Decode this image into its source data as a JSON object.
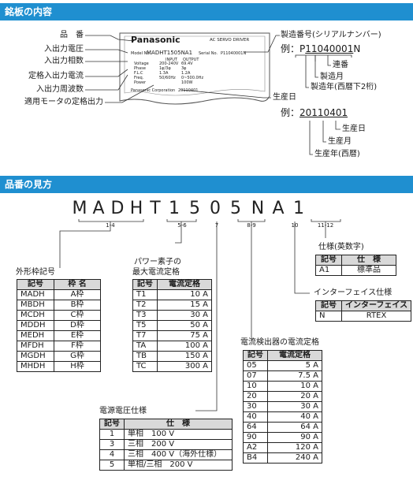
{
  "sections": {
    "nameplate_title": "銘板の内容",
    "partnumber_title": "品番の見方"
  },
  "plate": {
    "brand": "Panasonic",
    "product": "AC SERVO DRIVER",
    "model_label": "Model No.",
    "model_value": "MADHT1505NA1",
    "serial_label": "Serial No.",
    "serial_value": "P11040001N",
    "input_head": "INPUT",
    "output_head": "OUTPUT",
    "voltage_label": "Voltage",
    "voltage_in": "200-240V",
    "voltage_out": "69.4V",
    "phase_label": "Phase",
    "phase_in": "1φ/3φ",
    "phase_out": "3φ",
    "flc_label": "F.L.C",
    "flc_in": "1.3A",
    "flc_out": "1.2A",
    "freq_label": "Freq.",
    "freq_in": "50/60Hz",
    "freq_out": "0~500.0Hz",
    "power_label": "Power",
    "power_out": "100W",
    "corp": "Panasonic Corporation",
    "date_value": "20110401"
  },
  "left_labels": [
    "品　番",
    "入出力電圧",
    "入出力相数",
    "定格入出力電流",
    "入出力周波数",
    "適用モータの定格出力"
  ],
  "serial_info": {
    "title": "製造番号(シリアルナンバー)",
    "example_prefix": "例：P",
    "example_underlined": "11040001",
    "example_suffix": "N",
    "serial_no": "連番",
    "month": "製造月",
    "year": "製造年(西暦下2桁)"
  },
  "date_info": {
    "title": "生産日",
    "example_prefix": "例：",
    "example_value": "20110401",
    "day": "生産日",
    "month": "生産月",
    "year": "生産年(西暦)"
  },
  "model_code": {
    "letters": [
      "M",
      "A",
      "D",
      "H",
      "T",
      "1",
      "5",
      "0",
      "5",
      "N",
      "A",
      "1"
    ],
    "indices": [
      "1-4",
      "5-6",
      "7",
      "8-9",
      "10",
      "11-12"
    ]
  },
  "frame_table": {
    "caption": "外形枠記号",
    "head": [
      "記号",
      "枠 名"
    ],
    "rows": [
      [
        "MADH",
        "A枠"
      ],
      [
        "MBDH",
        "B枠"
      ],
      [
        "MCDH",
        "C枠"
      ],
      [
        "MDDH",
        "D枠"
      ],
      [
        "MEDH",
        "E枠"
      ],
      [
        "MFDH",
        "F枠"
      ],
      [
        "MGDH",
        "G枠"
      ],
      [
        "MHDH",
        "H枠"
      ]
    ]
  },
  "power_table": {
    "caption1": "パワー素子の",
    "caption2": "最大電流定格",
    "head": [
      "記号",
      "電流定格"
    ],
    "rows": [
      [
        "T1",
        "10 A"
      ],
      [
        "T2",
        "15 A"
      ],
      [
        "T3",
        "30 A"
      ],
      [
        "T5",
        "50 A"
      ],
      [
        "T7",
        "75 A"
      ],
      [
        "TA",
        "100 A"
      ],
      [
        "TB",
        "150 A"
      ],
      [
        "TC",
        "300 A"
      ]
    ]
  },
  "spec_table": {
    "caption": "仕様(英数字)",
    "head": [
      "記号",
      "仕　様"
    ],
    "rows": [
      [
        "A1",
        "標準品"
      ]
    ]
  },
  "if_table": {
    "caption": "インターフェイス仕様",
    "head": [
      "記号",
      "インターフェイス"
    ],
    "rows": [
      [
        "N",
        "RTEX"
      ]
    ]
  },
  "current_table": {
    "caption": "電流検出器の電流定格",
    "head": [
      "記号",
      "電流定格"
    ],
    "rows": [
      [
        "05",
        "5 A"
      ],
      [
        "07",
        "7.5 A"
      ],
      [
        "10",
        "10 A"
      ],
      [
        "20",
        "20 A"
      ],
      [
        "30",
        "30 A"
      ],
      [
        "40",
        "40 A"
      ],
      [
        "64",
        "64 A"
      ],
      [
        "90",
        "90 A"
      ],
      [
        "A2",
        "120 A"
      ],
      [
        "B4",
        "240 A"
      ]
    ]
  },
  "voltage_table": {
    "caption": "電源電圧仕様",
    "head": [
      "記号",
      "仕　様"
    ],
    "rows": [
      [
        "1",
        "単相　100 V"
      ],
      [
        "3",
        "三相　200 V"
      ],
      [
        "4",
        "三相　400 V（海外仕様）"
      ],
      [
        "5",
        "単相/三相　200 V"
      ]
    ]
  }
}
